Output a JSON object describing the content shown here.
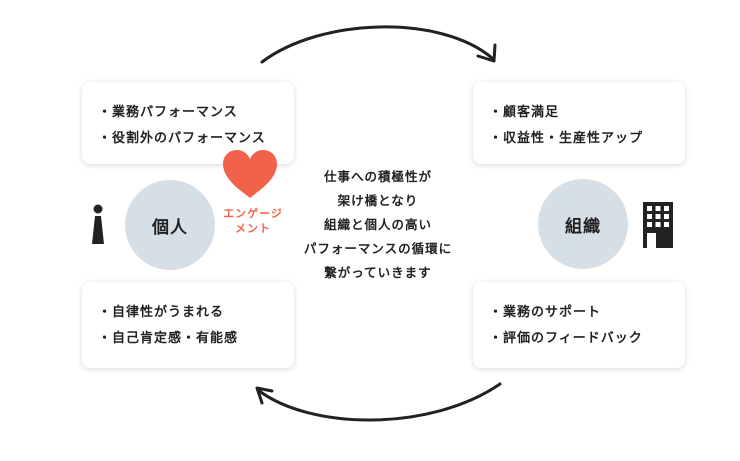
{
  "individual": {
    "label": "個人",
    "top_items": [
      "業務パフォーマンス",
      "役割外のパフォーマンス"
    ],
    "bottom_items": [
      "自律性がうまれる",
      "自己肯定感・有能感"
    ]
  },
  "organization": {
    "label": "組織",
    "top_items": [
      "顧客満足",
      "収益性・生産性アップ"
    ],
    "bottom_items": [
      "業務のサポート",
      "評価のフィードバック"
    ]
  },
  "engagement": {
    "line1": "エンゲージ",
    "line2": "メント",
    "color": "#f0634a"
  },
  "center_text": [
    "仕事への積極性が",
    "架け橋となり",
    "組織と個人の高い",
    "パフォーマンスの循環に",
    "繋がっていきます"
  ],
  "colors": {
    "circle_fill": "#d6dee6",
    "text": "#222222",
    "heart": "#f0634a",
    "icon": "#222222"
  },
  "icons": [
    "person-icon",
    "building-icon",
    "heart-icon",
    "arrow-top-icon",
    "arrow-bottom-icon"
  ]
}
